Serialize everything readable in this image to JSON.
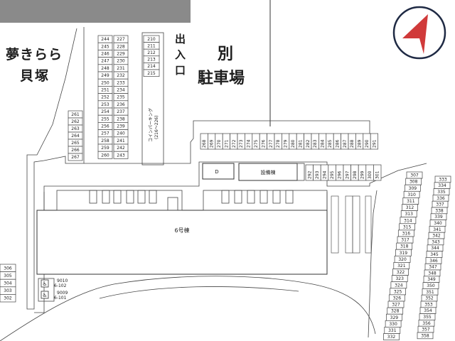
{
  "labels": {
    "neighbor_line1": "夢きらら",
    "neighbor_line2": "貝塚",
    "other_lot_line1": "別",
    "other_lot_line2": "駐車場",
    "entrance": [
      "出",
      "入",
      "口"
    ],
    "coin_parking": "コインパーキング",
    "coin_parking_range": "(216〜226)",
    "building": "6号棟",
    "facility": "設備棟",
    "d_box": "D",
    "accessible_1": "9010\n6-102",
    "accessible_1_num": "9010",
    "accessible_1_unit": "6-102",
    "accessible_2_num": "9009",
    "accessible_2_unit": "6-101"
  },
  "icons": {
    "compass": "compass-north-arrow-icon",
    "accessible": "wheelchair-icon",
    "accent": "#d03a3a",
    "compass_ring": "#1f2a44"
  },
  "slots": {
    "col_a": [
      "244",
      "245",
      "246",
      "247",
      "248",
      "249",
      "250",
      "251",
      "252",
      "253",
      "254",
      "255",
      "256",
      "257",
      "258",
      "259",
      "260"
    ],
    "col_b": [
      "227",
      "228",
      "229",
      "230",
      "231",
      "232",
      "233",
      "234",
      "235",
      "236",
      "237",
      "238",
      "239",
      "240",
      "241",
      "242",
      "243"
    ],
    "col_c": [
      "210",
      "211",
      "212",
      "213",
      "214",
      "215"
    ],
    "col_d": [
      "261",
      "262",
      "263",
      "264",
      "265",
      "266",
      "267"
    ],
    "row_top": [
      "268",
      "269",
      "270",
      "271",
      "272",
      "273",
      "274",
      "275",
      "276",
      "277",
      "278",
      "279",
      "280",
      "281",
      "282",
      "283",
      "284",
      "285",
      "286",
      "287",
      "288",
      "289",
      "290",
      "291"
    ],
    "row_mid": [
      "292",
      "293",
      "294",
      "295",
      "296",
      "297",
      "298",
      "299",
      "300",
      "301"
    ],
    "col_e": [
      "307",
      "308",
      "309",
      "310",
      "311",
      "312",
      "313",
      "314",
      "315",
      "316",
      "317",
      "318",
      "319",
      "320",
      "321",
      "322",
      "323",
      "324",
      "325",
      "326",
      "327",
      "328",
      "329",
      "330",
      "331",
      "332"
    ],
    "col_f": [
      "333",
      "334",
      "335",
      "336",
      "337",
      "338",
      "339",
      "340",
      "341",
      "342",
      "343",
      "344",
      "345",
      "346",
      "347",
      "348",
      "349",
      "350",
      "351",
      "352",
      "353",
      "354",
      "355",
      "356",
      "357",
      "358"
    ],
    "col_left": [
      "306",
      "305",
      "304",
      "303",
      "302"
    ]
  }
}
